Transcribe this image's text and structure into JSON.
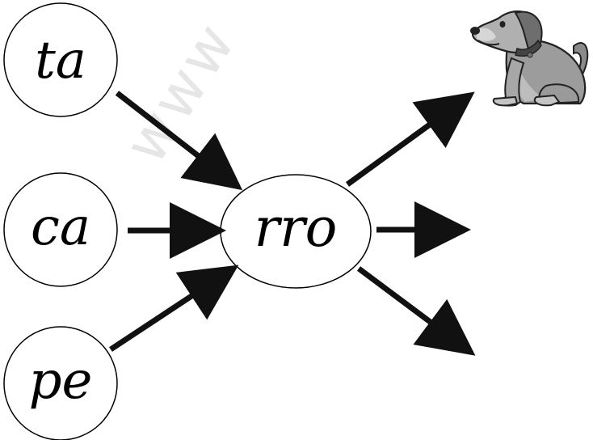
{
  "watermark": "www",
  "left_syllables": [
    {
      "text": "ta"
    },
    {
      "text": "ca"
    },
    {
      "text": "pe"
    }
  ],
  "center_syllable": "rro",
  "colors": {
    "stroke": "#000000",
    "arrow": "#111111",
    "background": "#ffffff"
  },
  "icons": {
    "dog": "dog-icon"
  }
}
